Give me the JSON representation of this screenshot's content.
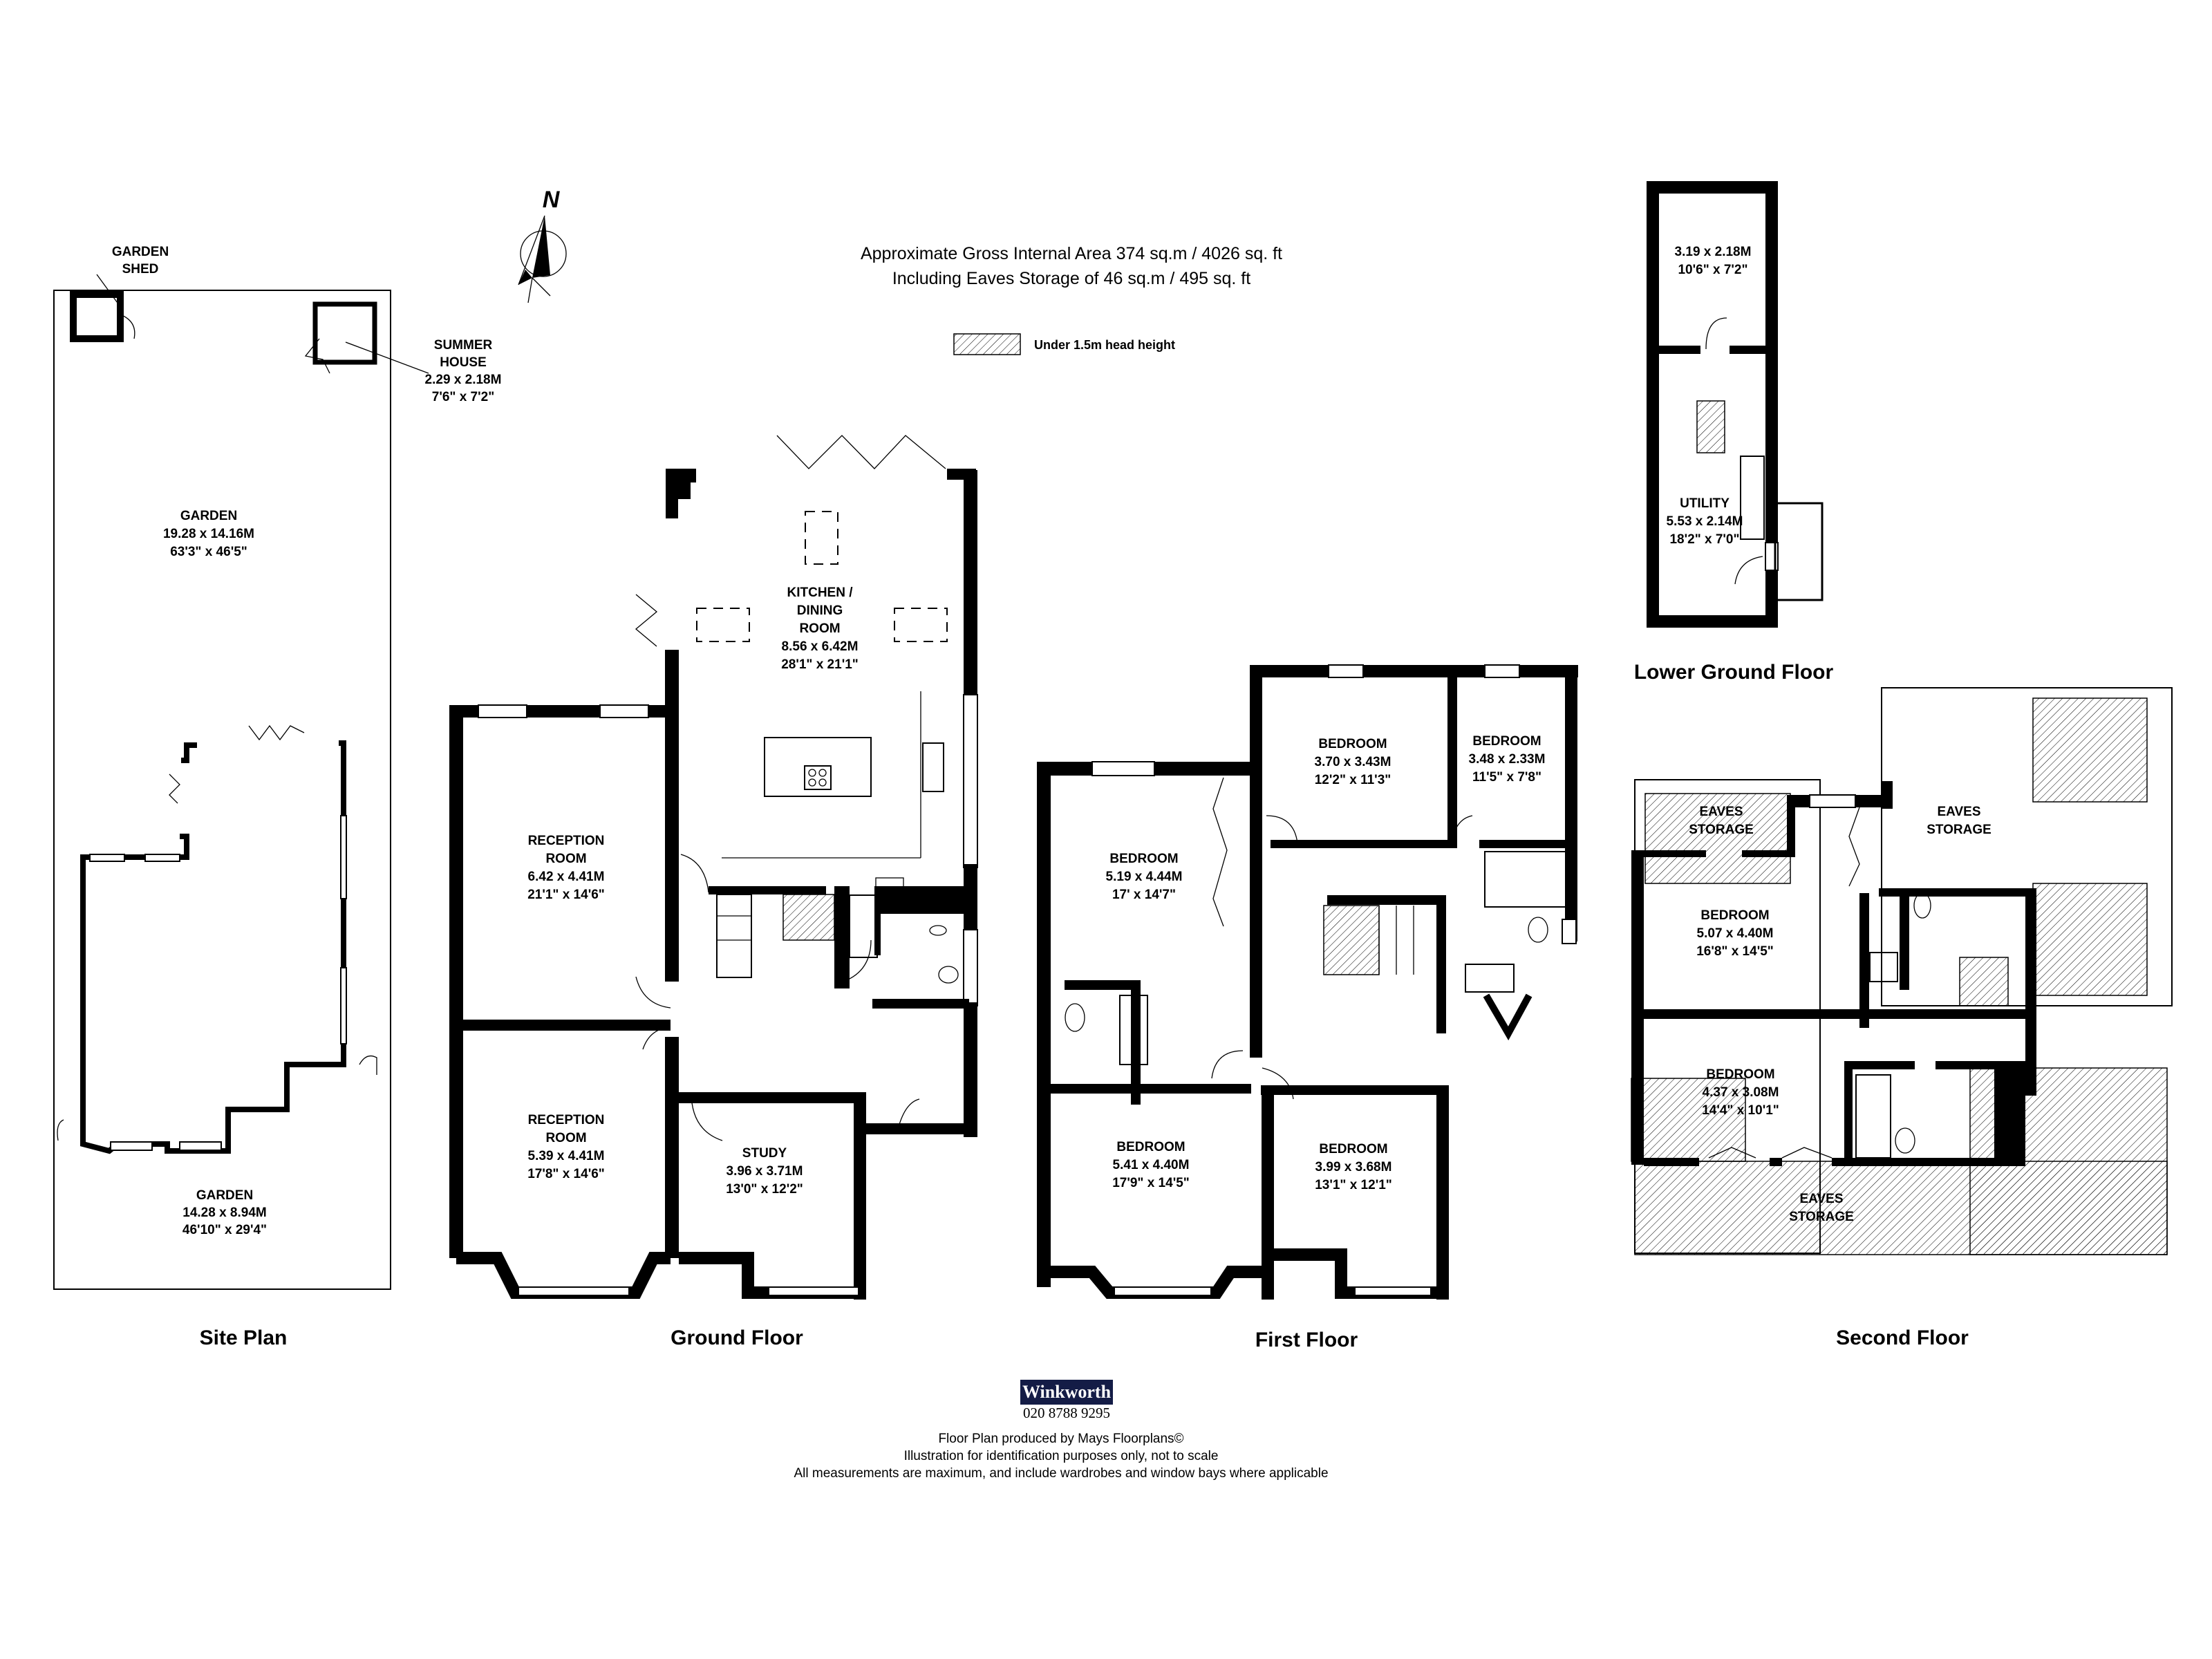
{
  "header": {
    "area_line": "Approximate Gross Internal Area 374 sq.m /  4026 sq. ft",
    "eaves_line": "Including Eaves Storage of 46 sq.m /  495 sq. ft"
  },
  "legend": {
    "label": "Under 1.5m head height",
    "pattern": "diagonal-hatch"
  },
  "compass": {
    "label": "N",
    "icon": "north-arrow-icon"
  },
  "site_plan": {
    "title": "Site Plan",
    "garden_shed": {
      "line1": "GARDEN",
      "line2": "SHED"
    },
    "summer_house": {
      "line1": "SUMMER",
      "line2": "HOUSE",
      "metric": "2.29 x 2.18M",
      "imperial": "7'6\" x 7'2\""
    },
    "garden_rear": {
      "name": "GARDEN",
      "metric": "19.28 x 14.16M",
      "imperial": "63'3\" x 46'5\""
    },
    "garden_front": {
      "name": "GARDEN",
      "metric": "14.28 x 8.94M",
      "imperial": "46'10\" x 29'4\""
    }
  },
  "ground_floor": {
    "title": "Ground Floor",
    "rooms": [
      {
        "line1": "KITCHEN /",
        "line2": "DINING",
        "line3": "ROOM",
        "metric": "8.56 x 6.42M",
        "imperial": "28'1\" x 21'1\""
      },
      {
        "line1": "RECEPTION",
        "line2": "ROOM",
        "metric": "6.42 x 4.41M",
        "imperial": "21'1\" x 14'6\""
      },
      {
        "line1": "RECEPTION",
        "line2": "ROOM",
        "metric": "5.39 x 4.41M",
        "imperial": "17'8\" x 14'6\""
      },
      {
        "line1": "STUDY",
        "metric": "3.96 x 3.71M",
        "imperial": "13'0\" x 12'2\""
      }
    ]
  },
  "first_floor": {
    "title": "First Floor",
    "rooms": [
      {
        "name": "BEDROOM",
        "metric": "3.70 x 3.43M",
        "imperial": "12'2\" x 11'3\""
      },
      {
        "name": "BEDROOM",
        "metric": "3.48 x 2.33M",
        "imperial": "11'5\" x 7'8\""
      },
      {
        "name": "BEDROOM",
        "metric": "5.19 x 4.44M",
        "imperial": "17' x 14'7\""
      },
      {
        "name": "BEDROOM",
        "metric": "5.41 x 4.40M",
        "imperial": "17'9\" x 14'5\""
      },
      {
        "name": "BEDROOM",
        "metric": "3.99 x 3.68M",
        "imperial": "13'1\" x 12'1\""
      }
    ]
  },
  "lower_ground_floor": {
    "title": "Lower Ground Floor",
    "rooms": [
      {
        "name": "",
        "metric": "3.19 x 2.18M",
        "imperial": "10'6\" x 7'2\""
      },
      {
        "name": "UTILITY",
        "metric": "5.53 x 2.14M",
        "imperial": "18'2\" x 7'0\""
      }
    ]
  },
  "second_floor": {
    "title": "Second Floor",
    "rooms": [
      {
        "line1": "EAVES",
        "line2": "STORAGE"
      },
      {
        "line1": "EAVES",
        "line2": "STORAGE"
      },
      {
        "name": "BEDROOM",
        "metric": "5.07 x 4.40M",
        "imperial": "16'8\" x 14'5\""
      },
      {
        "name": "BEDROOM",
        "metric": "4.37 x 3.08M",
        "imperial": "14'4\" x 10'1\""
      },
      {
        "line1": "EAVES",
        "line2": "STORAGE"
      }
    ]
  },
  "footer": {
    "brand": "Winkworth",
    "brand_color": "#141c46",
    "phone": "020 8788 9295",
    "line1": "Floor Plan produced by Mays Floorplans©",
    "line2": "Illustration for identification purposes only, not to scale",
    "line3": "All measurements are maximum, and include wardrobes and window bays where applicable"
  }
}
